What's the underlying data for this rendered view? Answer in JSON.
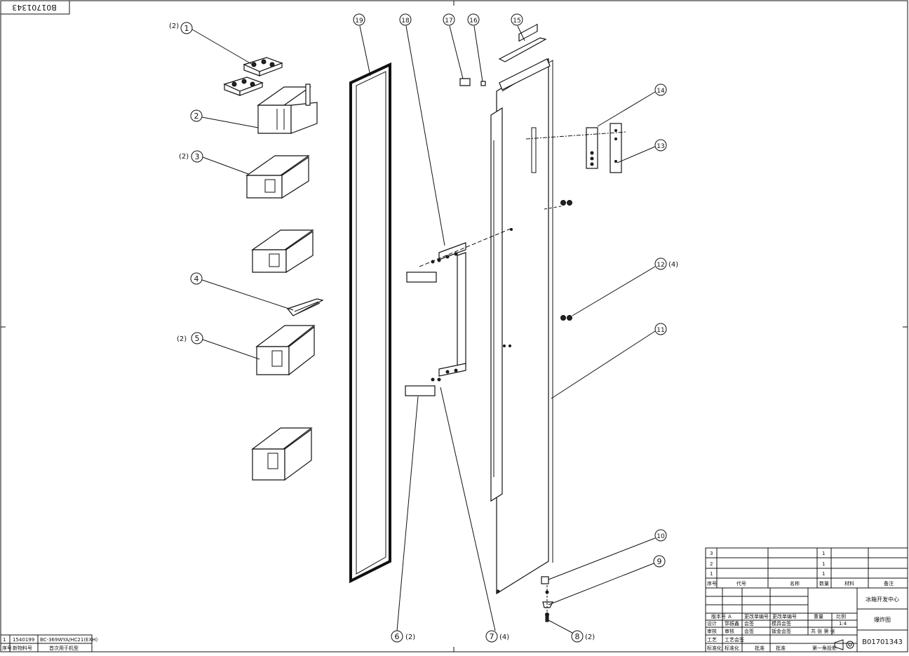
{
  "drawing": {
    "id": "B01701343",
    "id_flipped": "B01701343"
  },
  "callouts": [
    {
      "num": "1",
      "qty": "(2)"
    },
    {
      "num": "2"
    },
    {
      "num": "3",
      "qty": "(2)"
    },
    {
      "num": "4"
    },
    {
      "num": "5",
      "qty": "(2)"
    },
    {
      "num": "6",
      "qty": "(2)"
    },
    {
      "num": "7",
      "qty": "(4)"
    },
    {
      "num": "8",
      "qty": "(2)"
    },
    {
      "num": "9"
    },
    {
      "num": "10"
    },
    {
      "num": "11"
    },
    {
      "num": "12",
      "qty": "(4)"
    },
    {
      "num": "13"
    },
    {
      "num": "14"
    },
    {
      "num": "15"
    },
    {
      "num": "16"
    },
    {
      "num": "17"
    },
    {
      "num": "18"
    },
    {
      "num": "19"
    }
  ],
  "reference": {
    "row_num": "1",
    "part_no": "1540199",
    "model": "BC-369WYA/HC21(EXH)",
    "h_num": "序号",
    "h_part": "新物料号",
    "h_model": "首次用于机型"
  },
  "title_block": {
    "rows": [
      {
        "num": "3",
        "qty": "1"
      },
      {
        "num": "2",
        "qty": "1"
      },
      {
        "num": "1",
        "qty": "1"
      }
    ],
    "header": [
      "序号",
      "代号",
      "名称",
      "数量",
      "材料",
      "备注"
    ],
    "dept": "冰箱开发中心",
    "drawing_name": "爆炸图",
    "rev_label": "版本号",
    "rev_value": "A",
    "change_label": "更改单编号",
    "change_doc": "更改单编号",
    "weight_label": "重量",
    "scale_label": "比例",
    "scale_value": "1:4",
    "design": "设计",
    "designer": "郭振鑫",
    "sign": "会签",
    "mold_sign": "模具会签",
    "review": "审核",
    "reviewer": "审核",
    "sheet_sign": "钣金会签",
    "sheets": "共 张 第 张",
    "process": "工艺",
    "process_sign": "工艺会签",
    "standard": "标准化",
    "standardizer": "标准化",
    "approve": "批准",
    "date": "批准",
    "projection": "第一角投影"
  }
}
